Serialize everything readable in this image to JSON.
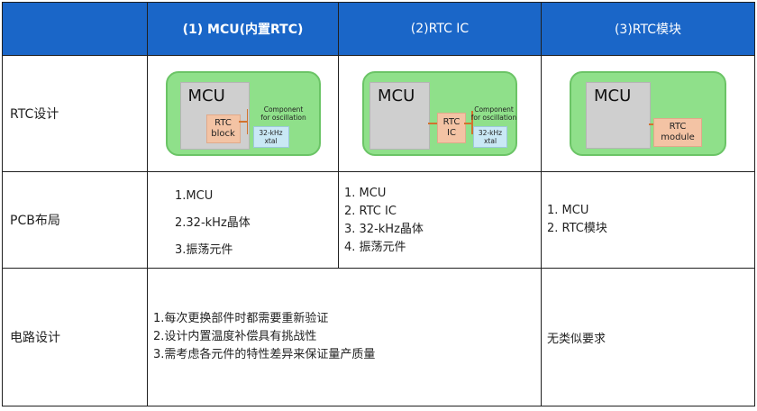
{
  "header": {
    "col1": "(1) MCU(内置RTC)",
    "col2": "(2)RTC IC",
    "col3": "(3)RTC模块"
  },
  "rows": {
    "rtc_design": "RTC设计",
    "pcb_layout": "PCB布局",
    "circuit_design": "电路设计"
  },
  "diagrams": {
    "mcu_label": "MCU",
    "d1": {
      "rtc_line1": "RTC",
      "rtc_line2": "block",
      "osc_line1": "Component",
      "osc_line2": "for oscillation",
      "xtal_line1": "32-kHz",
      "xtal_line2": "xtal"
    },
    "d2": {
      "rtc_line1": "RTC",
      "rtc_line2": "IC",
      "osc_line1": "Component",
      "osc_line2": "for oscillation",
      "xtal_line1": "32-kHz",
      "xtal_line2": "xtal"
    },
    "d3": {
      "rtc_line1": "RTC",
      "rtc_line2": "module"
    }
  },
  "pcb": {
    "col1": [
      "1.MCU",
      "2.32-kHz晶体",
      "3.振荡元件"
    ],
    "col2": [
      "1. MCU",
      "2. RTC IC",
      "3. 32-kHz晶体",
      "4. 振荡元件"
    ],
    "col3": [
      "1. MCU",
      "2. RTC模块"
    ]
  },
  "circuit": {
    "col12": [
      "1.每次更换部件时都需要重新验证",
      "2.设计内置温度补偿具有挑战性",
      "3.需考虑各元件的特性差异来保证量产质量"
    ],
    "col3": "无类似要求"
  },
  "colors": {
    "header_bg": "#1a66c8",
    "board": "#8fe08a",
    "mcu": "#cfcfcf",
    "rtc": "#f3c3a4",
    "xtal": "#c9e8f5",
    "line": "#d2722e"
  }
}
